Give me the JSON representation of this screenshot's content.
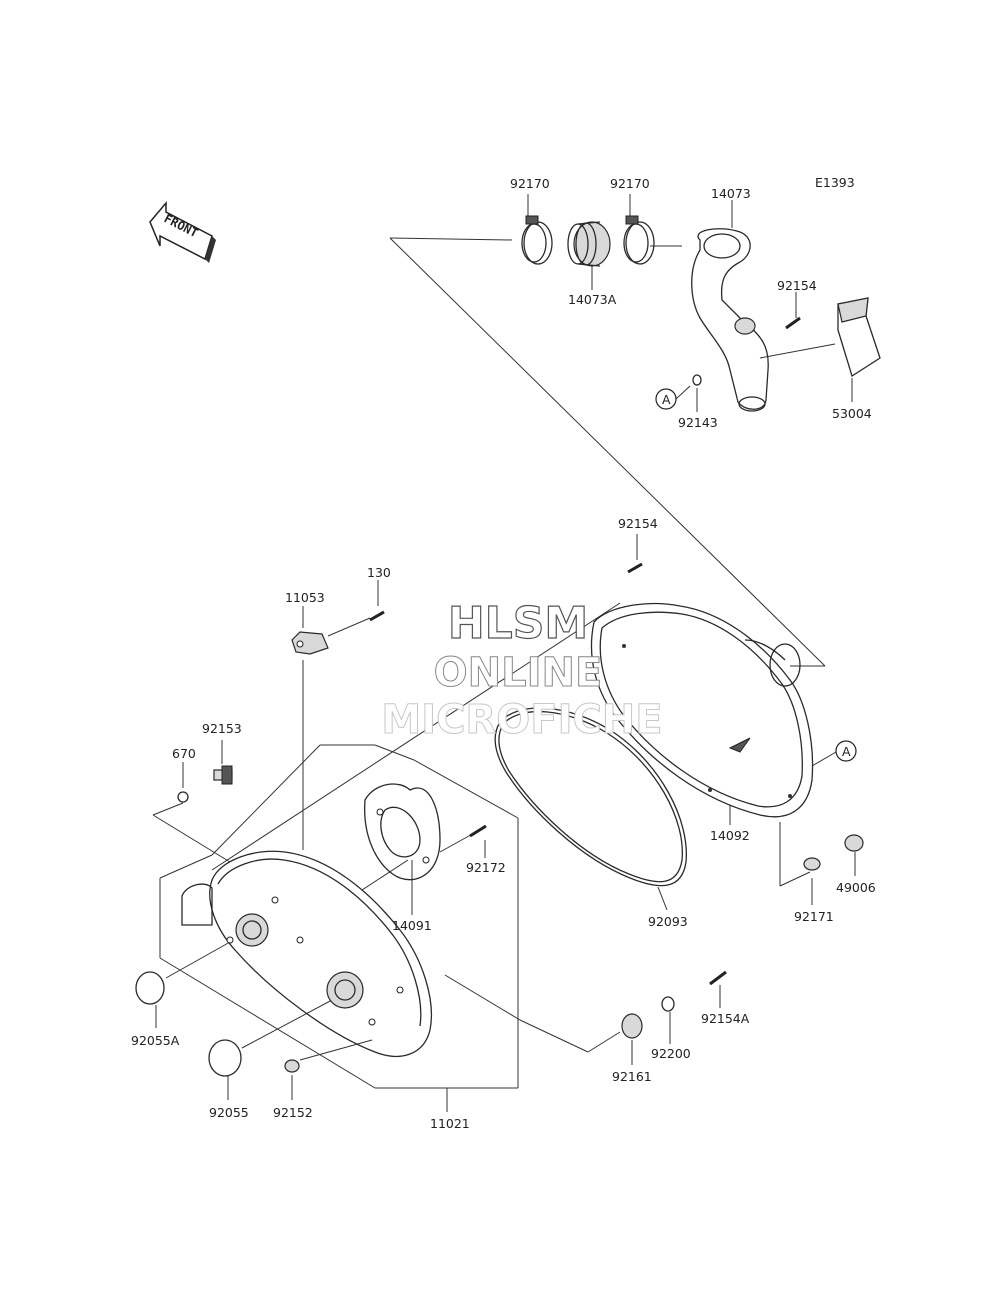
{
  "diagram": {
    "code": "E1393",
    "front_label": "FRONT",
    "ref_mark": "A",
    "parts": [
      {
        "id": "p92170a",
        "number": "92170"
      },
      {
        "id": "p92170b",
        "number": "92170"
      },
      {
        "id": "p14073",
        "number": "14073"
      },
      {
        "id": "p14073A",
        "number": "14073A"
      },
      {
        "id": "p92154a",
        "number": "92154"
      },
      {
        "id": "p53004",
        "number": "53004"
      },
      {
        "id": "p92143",
        "number": "92143"
      },
      {
        "id": "p92154b",
        "number": "92154"
      },
      {
        "id": "p130",
        "number": "130"
      },
      {
        "id": "p11053",
        "number": "11053"
      },
      {
        "id": "p92153",
        "number": "92153"
      },
      {
        "id": "p670",
        "number": "670"
      },
      {
        "id": "p92172",
        "number": "92172"
      },
      {
        "id": "p14091",
        "number": "14091"
      },
      {
        "id": "p14092",
        "number": "14092"
      },
      {
        "id": "p49006",
        "number": "49006"
      },
      {
        "id": "p92171",
        "number": "92171"
      },
      {
        "id": "p92093",
        "number": "92093"
      },
      {
        "id": "p92154A",
        "number": "92154A"
      },
      {
        "id": "p92200",
        "number": "92200"
      },
      {
        "id": "p92161",
        "number": "92161"
      },
      {
        "id": "p92055A",
        "number": "92055A"
      },
      {
        "id": "p92055",
        "number": "92055"
      },
      {
        "id": "p92152",
        "number": "92152"
      },
      {
        "id": "p11021",
        "number": "11021"
      }
    ]
  },
  "watermark": {
    "line1": "HLSM",
    "line2": "ONLINE",
    "line3": "MICROFICHE"
  }
}
